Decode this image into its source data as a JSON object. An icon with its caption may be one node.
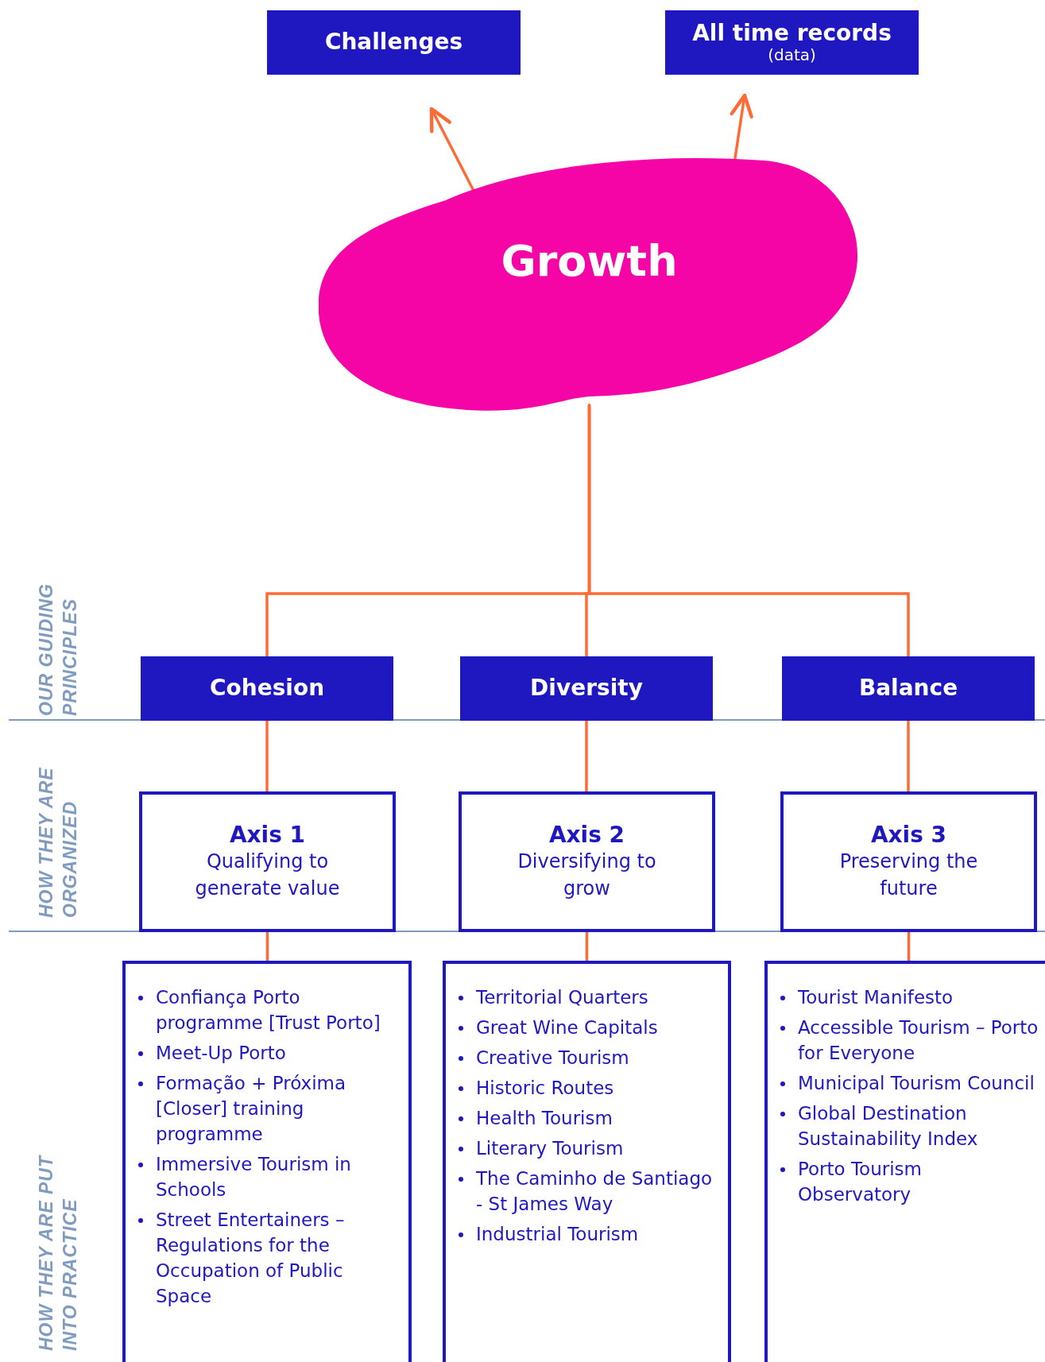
{
  "diagram": {
    "nodes": [
      {
        "text": [
          "Challenges"
        ]
      },
      {
        "text": [
          "All time records",
          "(data)"
        ]
      },
      {
        "text": [
          "Growth"
        ]
      },
      {
        "text": [
          "Cohesion"
        ]
      },
      {
        "text": [
          "Diversity"
        ]
      },
      {
        "text": [
          "Balance"
        ]
      },
      {
        "text": [
          "Axis 1",
          "Qualifying to generate value"
        ]
      },
      {
        "text": [
          "Axis 2",
          "Diversifying to grow"
        ]
      },
      {
        "text": [
          "Axis 3",
          "Preserving the future"
        ]
      },
      {
        "text": [
          "Confiança Porto programme [Trust Porto]",
          "Meet-Up Porto",
          "Formação + Próxima [Closer] training programme",
          "Immersive Tourism in Schools",
          "Street Entertainers – Regulations for the Occupation of Public Space"
        ]
      },
      {
        "text": [
          "Territorial Quarters",
          "Great Wine Capitals",
          "Creative Tourism",
          "Historic Routes",
          "Health Tourism",
          "Literary Tourism",
          "The Caminho de Santiago - St James Way",
          "Industrial Tourism"
        ]
      },
      {
        "text": [
          "Tourist Manifesto",
          "Accessible Tourism – Porto for Everyone",
          "Municipal Tourism Council",
          "Global Destination Sustainability Index",
          "Porto Tourism Observatory"
        ]
      }
    ],
    "edges": [
      {
        "from": 2,
        "to": 0,
        "arrow": "to"
      },
      {
        "from": 2,
        "to": 1,
        "arrow": "to"
      },
      {
        "from": 2,
        "to": 3,
        "arrow": "none"
      },
      {
        "from": 2,
        "to": 4,
        "arrow": "none"
      },
      {
        "from": 2,
        "to": 5,
        "arrow": "none"
      },
      {
        "from": 3,
        "to": 6,
        "arrow": "none"
      },
      {
        "from": 4,
        "to": 7,
        "arrow": "none"
      },
      {
        "from": 5,
        "to": 8,
        "arrow": "none"
      },
      {
        "from": 6,
        "to": 9,
        "arrow": "none"
      },
      {
        "from": 7,
        "to": 10,
        "arrow": "none"
      },
      {
        "from": 8,
        "to": 11,
        "arrow": "none"
      }
    ],
    "labels": [
      "OUR GUIDING PRINCIPLES",
      "HOW THEY ARE ORGANIZED",
      "HOW THEY ARE PUT INTO PRACTICE"
    ]
  }
}
